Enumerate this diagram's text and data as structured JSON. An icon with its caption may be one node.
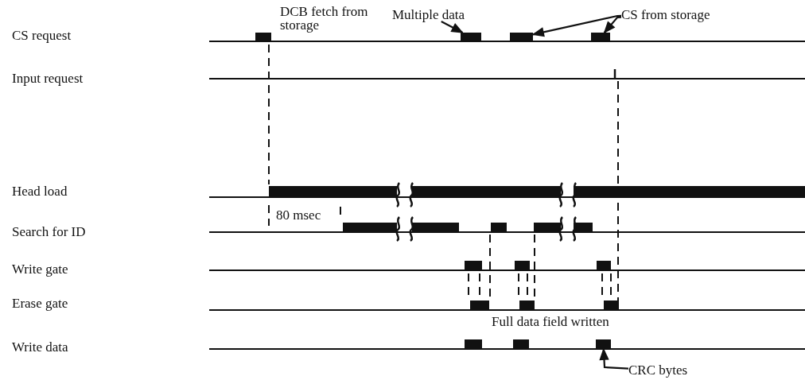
{
  "diagram": {
    "nodes": [
      {
        "text": [
          "Multiple data"
        ]
      },
      {
        "text": [],
        "shape": "bar"
      },
      {
        "text": [
          "CS from storage"
        ]
      },
      {
        "text": [],
        "shape": "bar"
      },
      {
        "text": [],
        "shape": "bar"
      },
      {
        "text": [
          "CRC bytes"
        ]
      },
      {
        "text": [],
        "shape": "bar"
      }
    ],
    "edges": [
      {
        "from": 0,
        "to": 1,
        "arrow": "to"
      },
      {
        "from": 2,
        "to": 3,
        "arrow": "to"
      },
      {
        "from": 2,
        "to": 4,
        "arrow": "to"
      },
      {
        "from": 5,
        "to": 6,
        "arrow": "to"
      }
    ],
    "labels": [
      "CS request",
      "DCB fetch from storage",
      "Input request",
      "Head load",
      "80 msec",
      "Search for ID",
      "Write gate",
      "Erase gate",
      "Full data field written",
      "Write data"
    ]
  }
}
